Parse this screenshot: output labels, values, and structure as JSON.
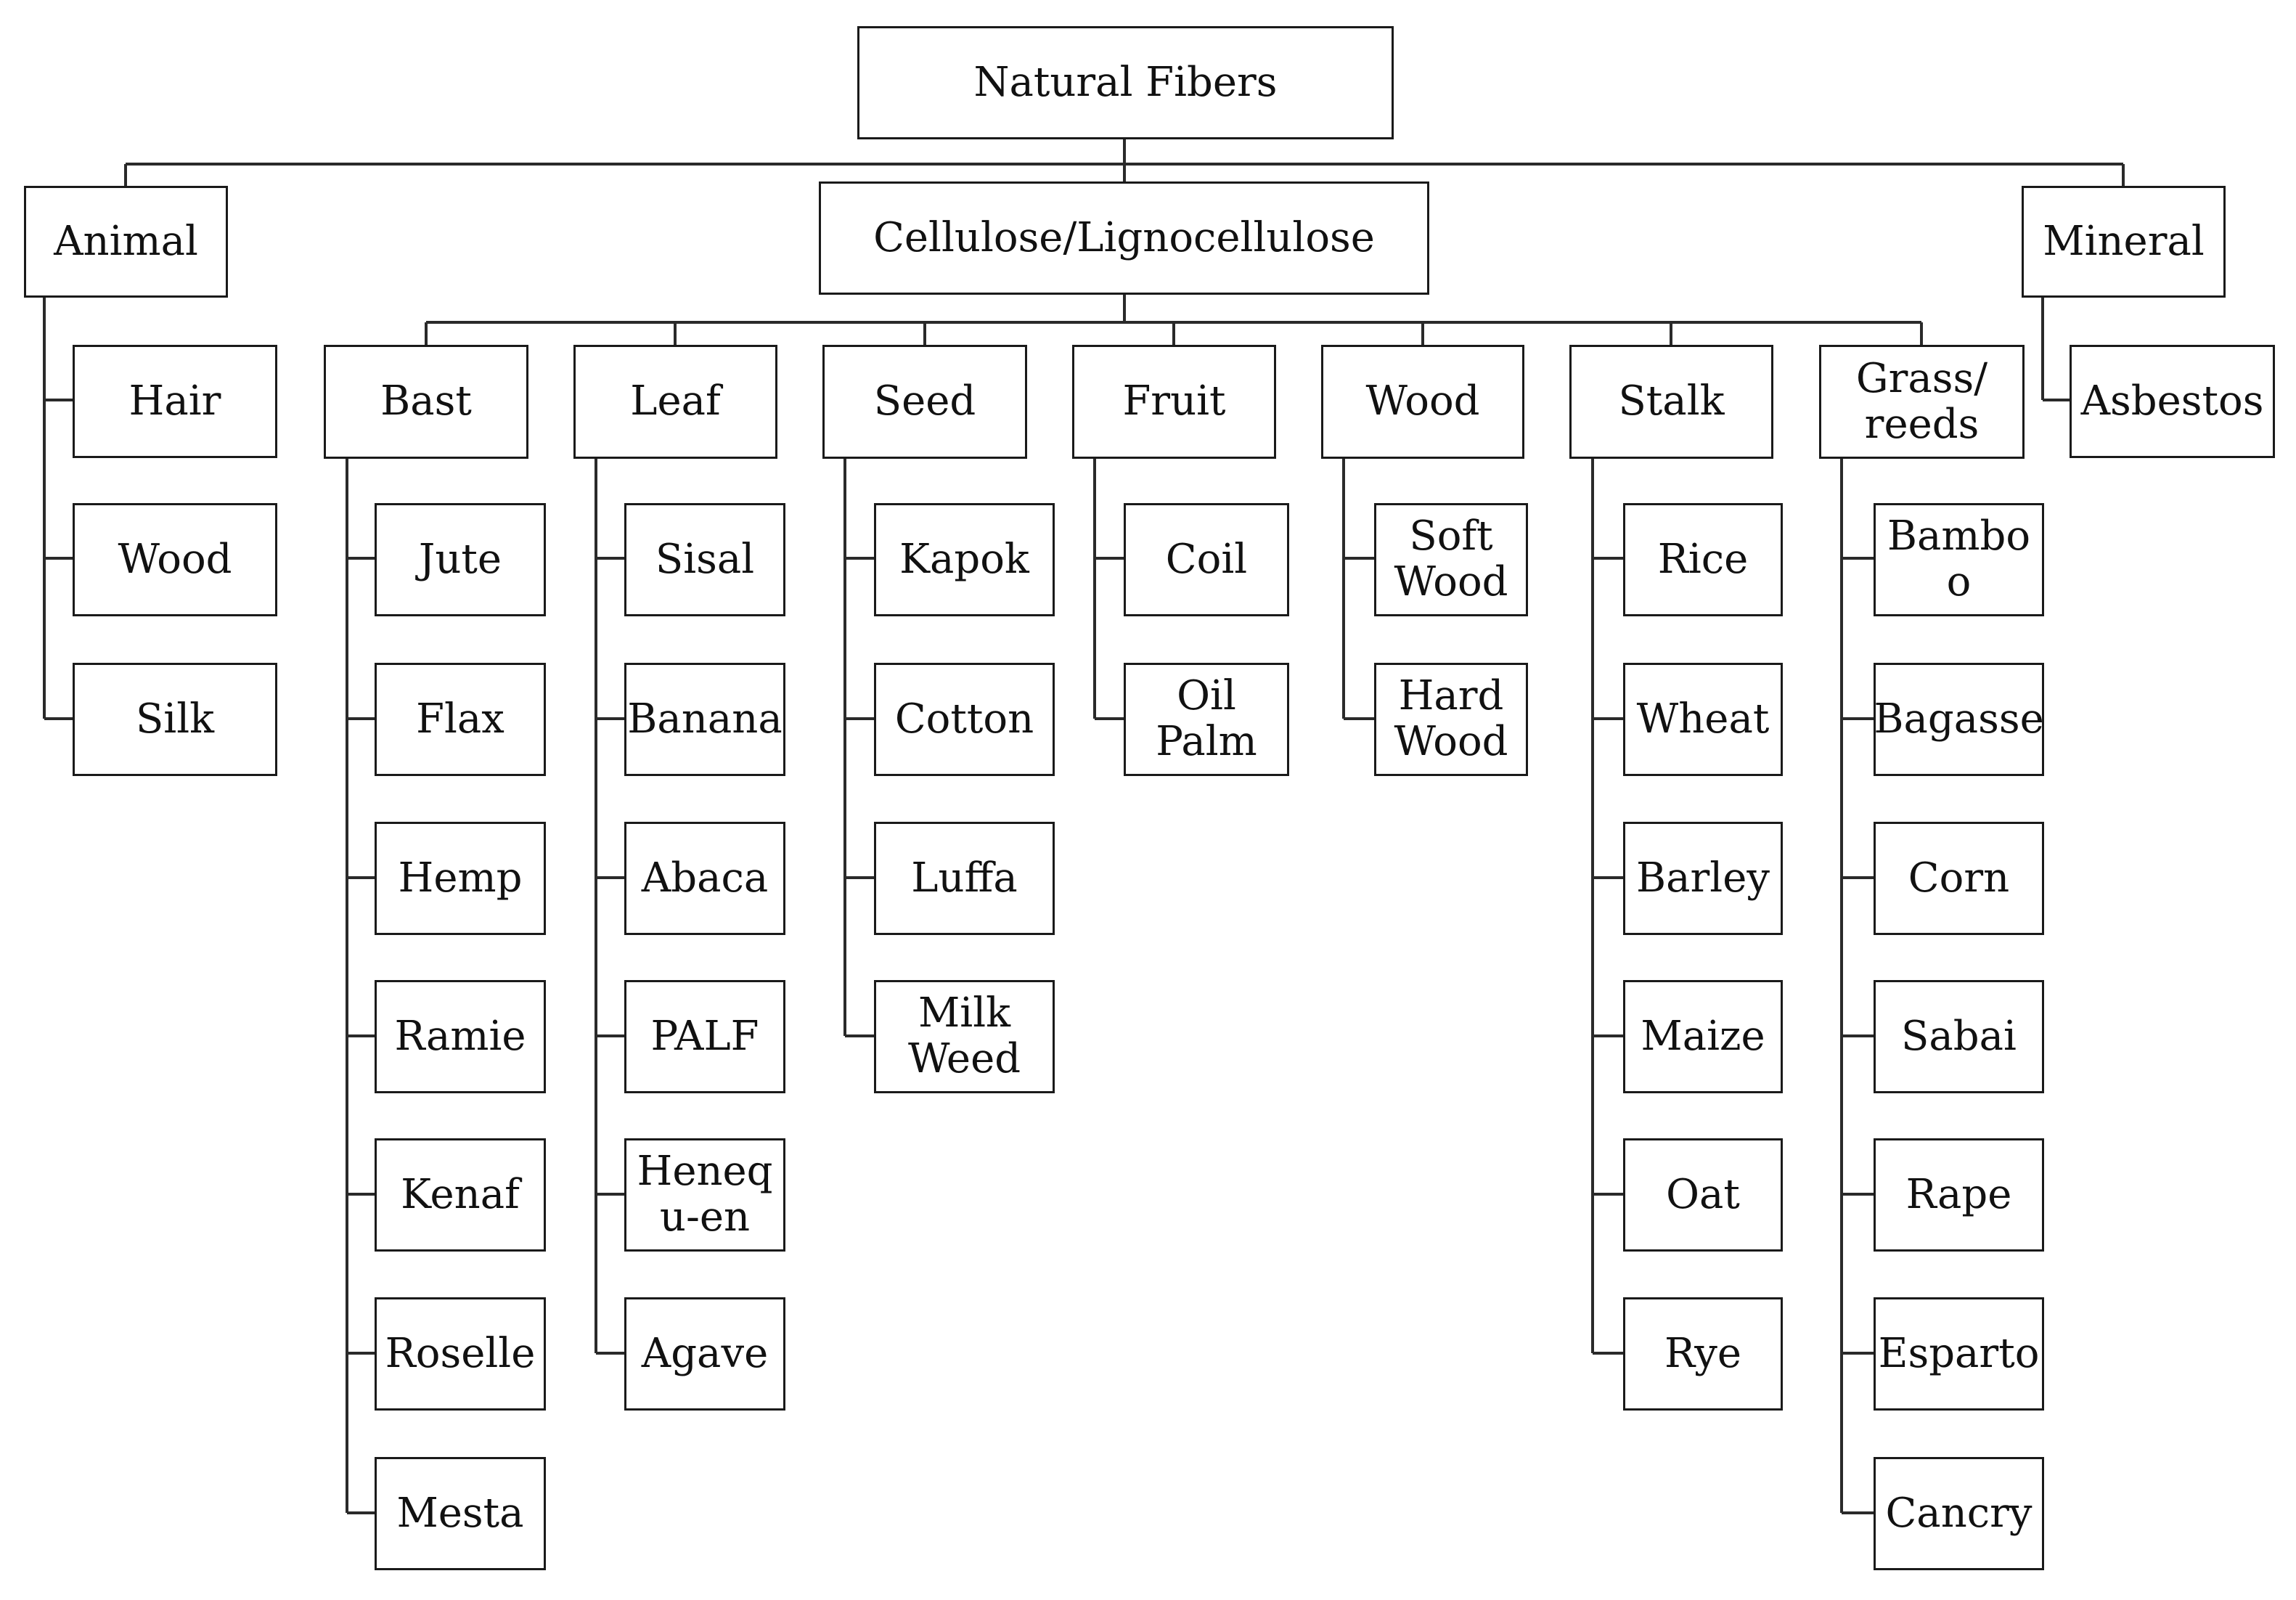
{
  "diagram": {
    "root": "Natural Fibers",
    "categories": {
      "animal": {
        "label": "Animal",
        "children": [
          "Hair",
          "Wood",
          "Silk"
        ]
      },
      "cellulose": {
        "label": "Cellulose/Lignocellulose",
        "groups": [
          {
            "key": "bast",
            "label": "Bast",
            "children": [
              "Jute",
              "Flax",
              "Hemp",
              "Ramie",
              "Kenaf",
              "Roselle",
              "Mesta"
            ]
          },
          {
            "key": "leaf",
            "label": "Leaf",
            "children": [
              "Sisal",
              "Banana",
              "Abaca",
              "PALF",
              "Heneq\nu-en",
              "Agave"
            ]
          },
          {
            "key": "seed",
            "label": "Seed",
            "children": [
              "Kapok",
              "Cotton",
              "Luffa",
              "Milk\nWeed"
            ]
          },
          {
            "key": "fruit",
            "label": "Fruit",
            "children": [
              "Coil",
              "Oil\nPalm"
            ]
          },
          {
            "key": "wood",
            "label": "Wood",
            "children": [
              "Soft\nWood",
              "Hard\nWood"
            ]
          },
          {
            "key": "stalk",
            "label": "Stalk",
            "children": [
              "Rice",
              "Wheat",
              "Barley",
              "Maize",
              "Oat",
              "Rye"
            ]
          },
          {
            "key": "grass",
            "label": "Grass/\nreeds",
            "children": [
              "Bambo\no",
              "Bagasse",
              "Corn",
              "Sabai",
              "Rape",
              "Esparto",
              "Cancry"
            ]
          }
        ]
      },
      "mineral": {
        "label": "Mineral",
        "children": [
          "Asbestos"
        ]
      }
    }
  }
}
